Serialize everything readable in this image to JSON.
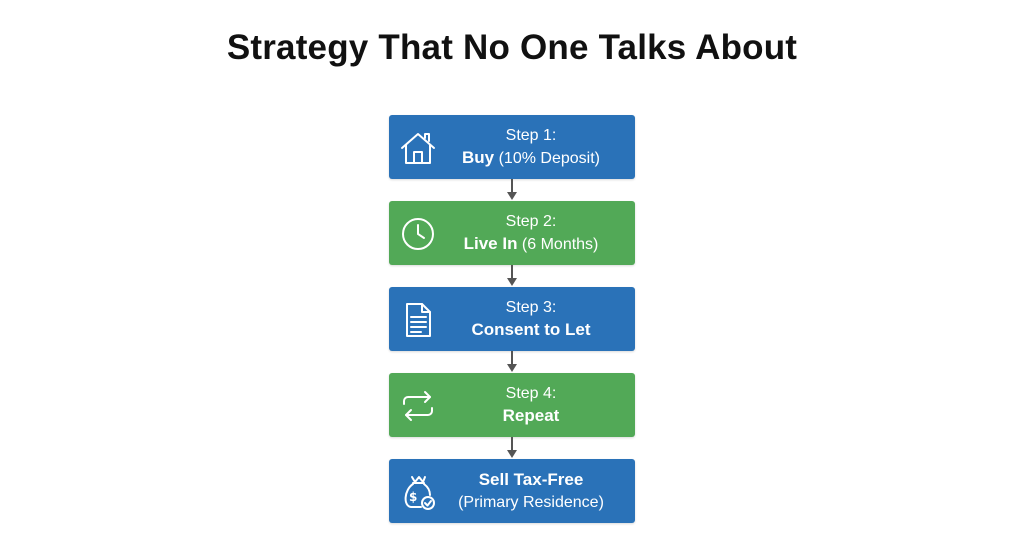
{
  "title": "Strategy That No One Talks About",
  "colors": {
    "blue": "#2a72b8",
    "green": "#52a957",
    "arrow": "#555555"
  },
  "steps": [
    {
      "step_label": "Step 1:",
      "main": "Buy",
      "detail": " (10% Deposit)",
      "icon": "house-icon",
      "color": "blue"
    },
    {
      "step_label": "Step 2:",
      "main": "Live In",
      "detail": " (6 Months)",
      "icon": "clock-icon",
      "color": "green"
    },
    {
      "step_label": "Step 3:",
      "main": "Consent to Let",
      "detail": "",
      "icon": "document-icon",
      "color": "blue"
    },
    {
      "step_label": "Step 4:",
      "main": "Repeat",
      "detail": "",
      "icon": "repeat-icon",
      "color": "green"
    },
    {
      "step_label": "Sell Tax-Free",
      "main": "",
      "detail": "(Primary Residence)",
      "icon": "money-bag-check-icon",
      "color": "blue"
    }
  ]
}
